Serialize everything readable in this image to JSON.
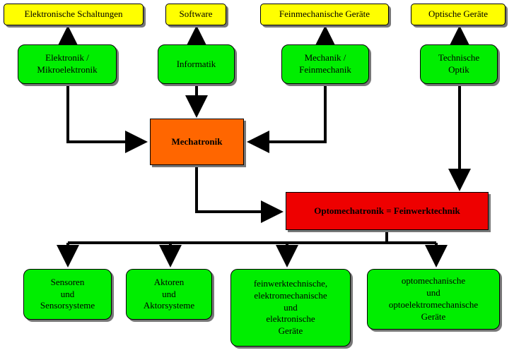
{
  "outputs": {
    "electronic": "Elektronische Schaltungen",
    "software": "Software",
    "precision": "Feinmechanische Geräte",
    "optical": "Optische Geräte"
  },
  "disciplines": {
    "electronics": "Elektronik /\nMikroelektronik",
    "informatics": "Informatik",
    "mechanics": "Mechanik /\nFeinmechanik",
    "optics": "Technische\nOptik"
  },
  "center": {
    "mechatronics": "Mechatronik",
    "optomechatronics": "Optomechatronik = Feinwerktechnik"
  },
  "products": {
    "sensors": "Sensoren\nund\nSensorsysteme",
    "actuators": "Aktoren\nund\nAktorsysteme",
    "devices": "feinwerktechnische,\nelektromechanische\nund\nelektronische\nGeräte",
    "optomech": "optomechanische\nund\noptoelektromechanische\nGeräte"
  },
  "colors": {
    "output": "#ffff00",
    "discipline": "#00ee00",
    "mechatronics": "#ff6600",
    "optomechatronics": "#ee0000",
    "connector": "#000000"
  }
}
